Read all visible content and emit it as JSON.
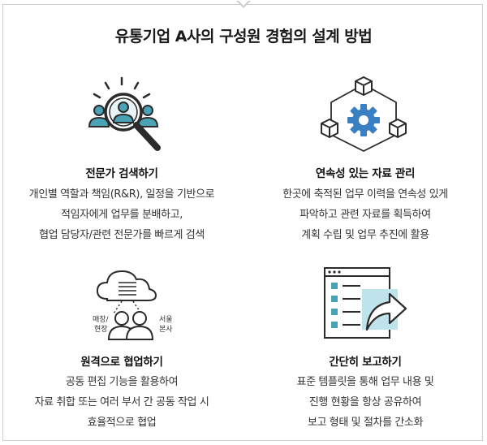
{
  "title": "유통기업 A사의 구성원 경험의 설계 방법",
  "cards": [
    {
      "heading": "전문가 검색하기",
      "icon": "expert-search-icon",
      "lines": [
        "개인별 역할과 책임(R&R), 일정을 기반으로",
        "적임자에게 업무를 분배하고,",
        "협업 담당자/관련 전문가를 빠르게 검색"
      ]
    },
    {
      "heading": "연속성 있는 자료 관리",
      "icon": "gear-network-icon",
      "lines": [
        "한곳에 축적된 업무 이력을 연속성 있게",
        "파악하고 관련 자료를 획득하여",
        "계획 수립 및 업무 추진에 활용"
      ]
    },
    {
      "heading": "원격으로 협업하기",
      "icon": "cloud-collaboration-icon",
      "icon_labels": {
        "left_line1": "매장/",
        "left_line2": "현장",
        "right_line1": "서울",
        "right_line2": "본사"
      },
      "lines": [
        "공동 편집 기능을 활용하여",
        "자료 취합 또는 여러 부서 간 공동 작업 시",
        "효율적으로 협업"
      ]
    },
    {
      "heading": "간단히 보고하기",
      "icon": "report-share-icon",
      "lines": [
        "표준 템플릿을 통해 업무 내용 및",
        "진행 현황을 항상 공유하여",
        "보고 형태 및 절차를 간소화"
      ]
    }
  ],
  "colors": {
    "accent_teal": "#4aa3b5",
    "accent_blue": "#3a7fc1",
    "outline": "#2b2b2b",
    "border": "#cfcfcf"
  }
}
